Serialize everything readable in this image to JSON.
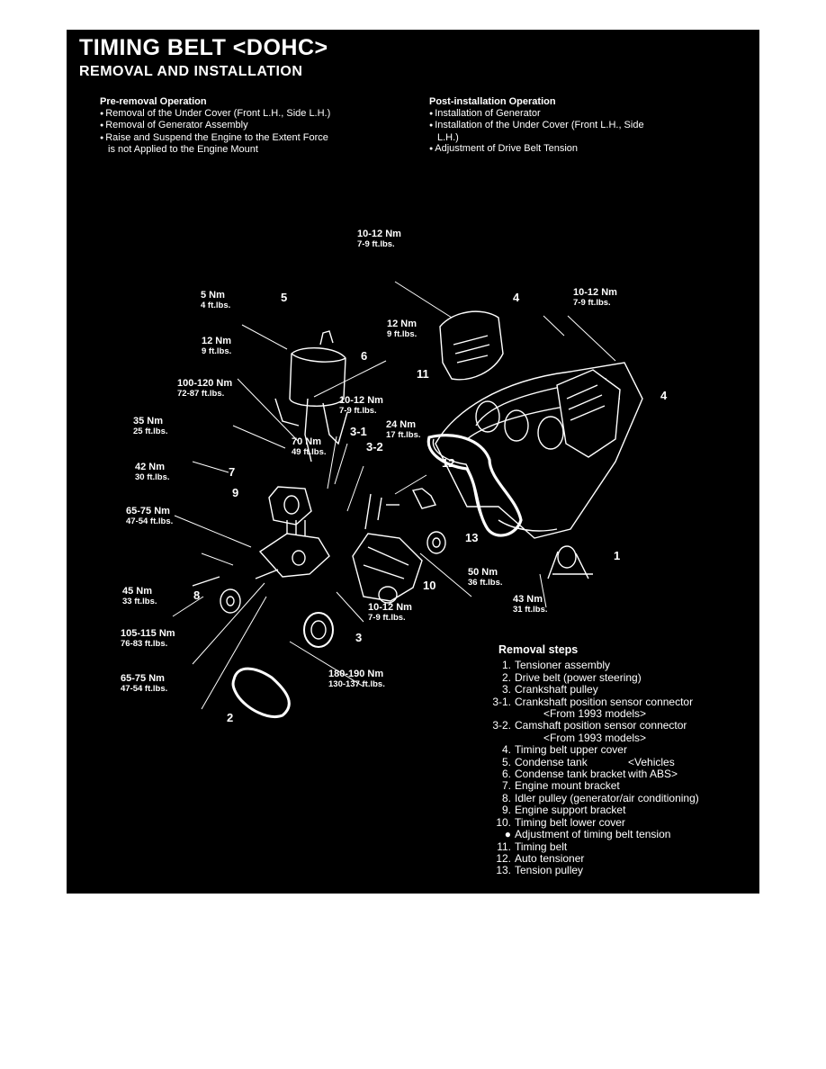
{
  "title": "TIMING BELT <DOHC>",
  "subtitle": "REMOVAL AND INSTALLATION",
  "pre_removal": {
    "heading": "Pre-removal Operation",
    "items": [
      "Removal of the Under Cover (Front L.H., Side L.H.)",
      "Removal of Generator Assembly",
      "Raise and Suspend the Engine to the Extent Force is not Applied to the Engine Mount"
    ]
  },
  "post_installation": {
    "heading": "Post-installation Operation",
    "items": [
      "Installation of Generator",
      "Installation of the Under Cover (Front L.H., Side L.H.)",
      "Adjustment of Drive Belt Tension"
    ]
  },
  "torques": {
    "t1": {
      "nm": "10-12 Nm",
      "ft": "7-9 ft.lbs."
    },
    "t2": {
      "nm": "5 Nm",
      "ft": "4 ft.lbs."
    },
    "t3": {
      "nm": "10-12 Nm",
      "ft": "7-9 ft.lbs."
    },
    "t4": {
      "nm": "12 Nm",
      "ft": "9 ft.lbs."
    },
    "t5": {
      "nm": "12 Nm",
      "ft": "9 ft.lbs."
    },
    "t6": {
      "nm": "100-120 Nm",
      "ft": "72-87 ft.lbs."
    },
    "t7": {
      "nm": "10-12 Nm",
      "ft": "7-9 ft.lbs."
    },
    "t8": {
      "nm": "35 Nm",
      "ft": "25 ft.lbs."
    },
    "t9": {
      "nm": "24 Nm",
      "ft": "17 ft.lbs."
    },
    "t10": {
      "nm": "70 Nm",
      "ft": "49 ft.lbs."
    },
    "t11": {
      "nm": "42 Nm",
      "ft": "30 ft.lbs."
    },
    "t12": {
      "nm": "65-75 Nm",
      "ft": "47-54 ft.lbs."
    },
    "t13": {
      "nm": "45 Nm",
      "ft": "33 ft.lbs."
    },
    "t14": {
      "nm": "50 Nm",
      "ft": "36 ft.lbs."
    },
    "t15": {
      "nm": "10-12 Nm",
      "ft": "7-9 ft.lbs."
    },
    "t16": {
      "nm": "43 Nm",
      "ft": "31 ft.lbs."
    },
    "t17": {
      "nm": "105-115 Nm",
      "ft": "76-83 ft.lbs."
    },
    "t18": {
      "nm": "65-75 Nm",
      "ft": "47-54 ft.lbs."
    },
    "t19": {
      "nm": "180-190 Nm",
      "ft": "130-137 ft.lbs."
    }
  },
  "callouts": {
    "c5": "5",
    "c4a": "4",
    "c4b": "4",
    "c6": "6",
    "c11": "11",
    "c3_1": "3-1",
    "c3_2": "3-2",
    "c12": "12",
    "c7": "7",
    "c9": "9",
    "c13": "13",
    "c1": "1",
    "c8": "8",
    "c10": "10",
    "c3": "3",
    "c2": "2"
  },
  "removal_steps": {
    "heading": "Removal steps",
    "steps": [
      {
        "n": "1.",
        "t": "Tensioner assembly"
      },
      {
        "n": "2.",
        "t": "Drive belt (power steering)"
      },
      {
        "n": "3.",
        "t": "Crankshaft pulley"
      },
      {
        "n": "3-1.",
        "t": "Crankshaft position sensor connector"
      },
      {
        "n": "",
        "t": "<From 1993 models>"
      },
      {
        "n": "3-2.",
        "t": "Camshaft position sensor connector"
      },
      {
        "n": "",
        "t": "<From 1993 models>"
      },
      {
        "n": "4.",
        "t": "Timing belt upper cover"
      },
      {
        "n": "5.",
        "t": "Condense tank"
      },
      {
        "n": "6.",
        "t": "Condense tank bracket"
      },
      {
        "n": "7.",
        "t": "Engine mount bracket"
      },
      {
        "n": "8.",
        "t": "Idler pulley (generator/air conditioning)"
      },
      {
        "n": "9.",
        "t": "Engine support bracket"
      },
      {
        "n": "10.",
        "t": "Timing belt lower cover"
      },
      {
        "n": "●",
        "t": "Adjustment of timing belt tension"
      },
      {
        "n": "11.",
        "t": "Timing belt"
      },
      {
        "n": "12.",
        "t": "Auto tensioner"
      },
      {
        "n": "13.",
        "t": "Tension pulley"
      }
    ],
    "abs_note_1": "<Vehicles",
    "abs_note_2": "with ABS>"
  }
}
